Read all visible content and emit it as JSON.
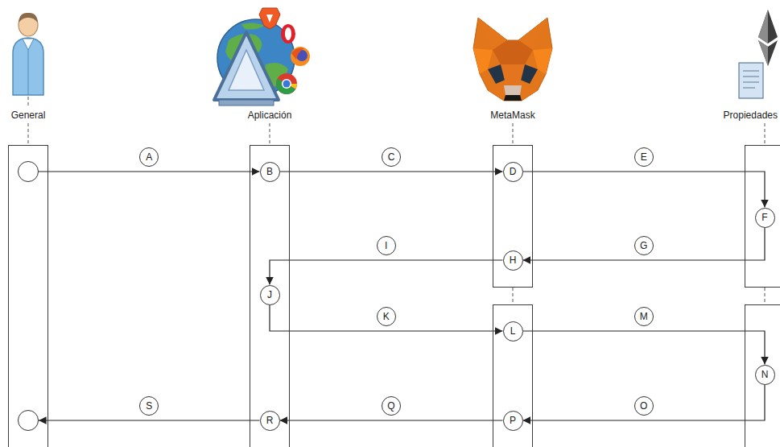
{
  "diagram": {
    "nodes": [
      {
        "text": [
          "General"
        ]
      },
      {
        "text": [
          "Aplicación"
        ]
      },
      {
        "text": [
          "MetaMask"
        ]
      },
      {
        "text": [
          "Propiedades"
        ]
      },
      {
        "text": [
          "B"
        ],
        "in": 1
      },
      {
        "text": [
          "D"
        ],
        "in": 2
      },
      {
        "text": [
          "F"
        ],
        "in": 3
      },
      {
        "text": [
          "H"
        ],
        "in": 2
      },
      {
        "text": [
          "J"
        ],
        "in": 1
      },
      {
        "text": [
          "L"
        ],
        "in": 2
      },
      {
        "text": [
          "N"
        ],
        "in": 3
      },
      {
        "text": [
          "P"
        ],
        "in": 2
      },
      {
        "text": [
          "R"
        ],
        "in": 1
      }
    ],
    "edges": [
      {
        "from": 0,
        "to": 4,
        "arrow": "to",
        "label": "A"
      },
      {
        "from": 4,
        "to": 5,
        "arrow": "to",
        "label": "C"
      },
      {
        "from": 5,
        "to": 6,
        "arrow": "to",
        "label": "E"
      },
      {
        "from": 6,
        "to": 7,
        "arrow": "to",
        "label": "G"
      },
      {
        "from": 7,
        "to": 8,
        "arrow": "to",
        "label": "I"
      },
      {
        "from": 8,
        "to": 9,
        "arrow": "to",
        "label": "K"
      },
      {
        "from": 9,
        "to": 10,
        "arrow": "to",
        "label": "M"
      },
      {
        "from": 10,
        "to": 11,
        "arrow": "to",
        "label": "O"
      },
      {
        "from": 11,
        "to": 12,
        "arrow": "to",
        "label": "Q"
      },
      {
        "from": 12,
        "to": 0,
        "arrow": "to",
        "label": "S"
      }
    ]
  }
}
